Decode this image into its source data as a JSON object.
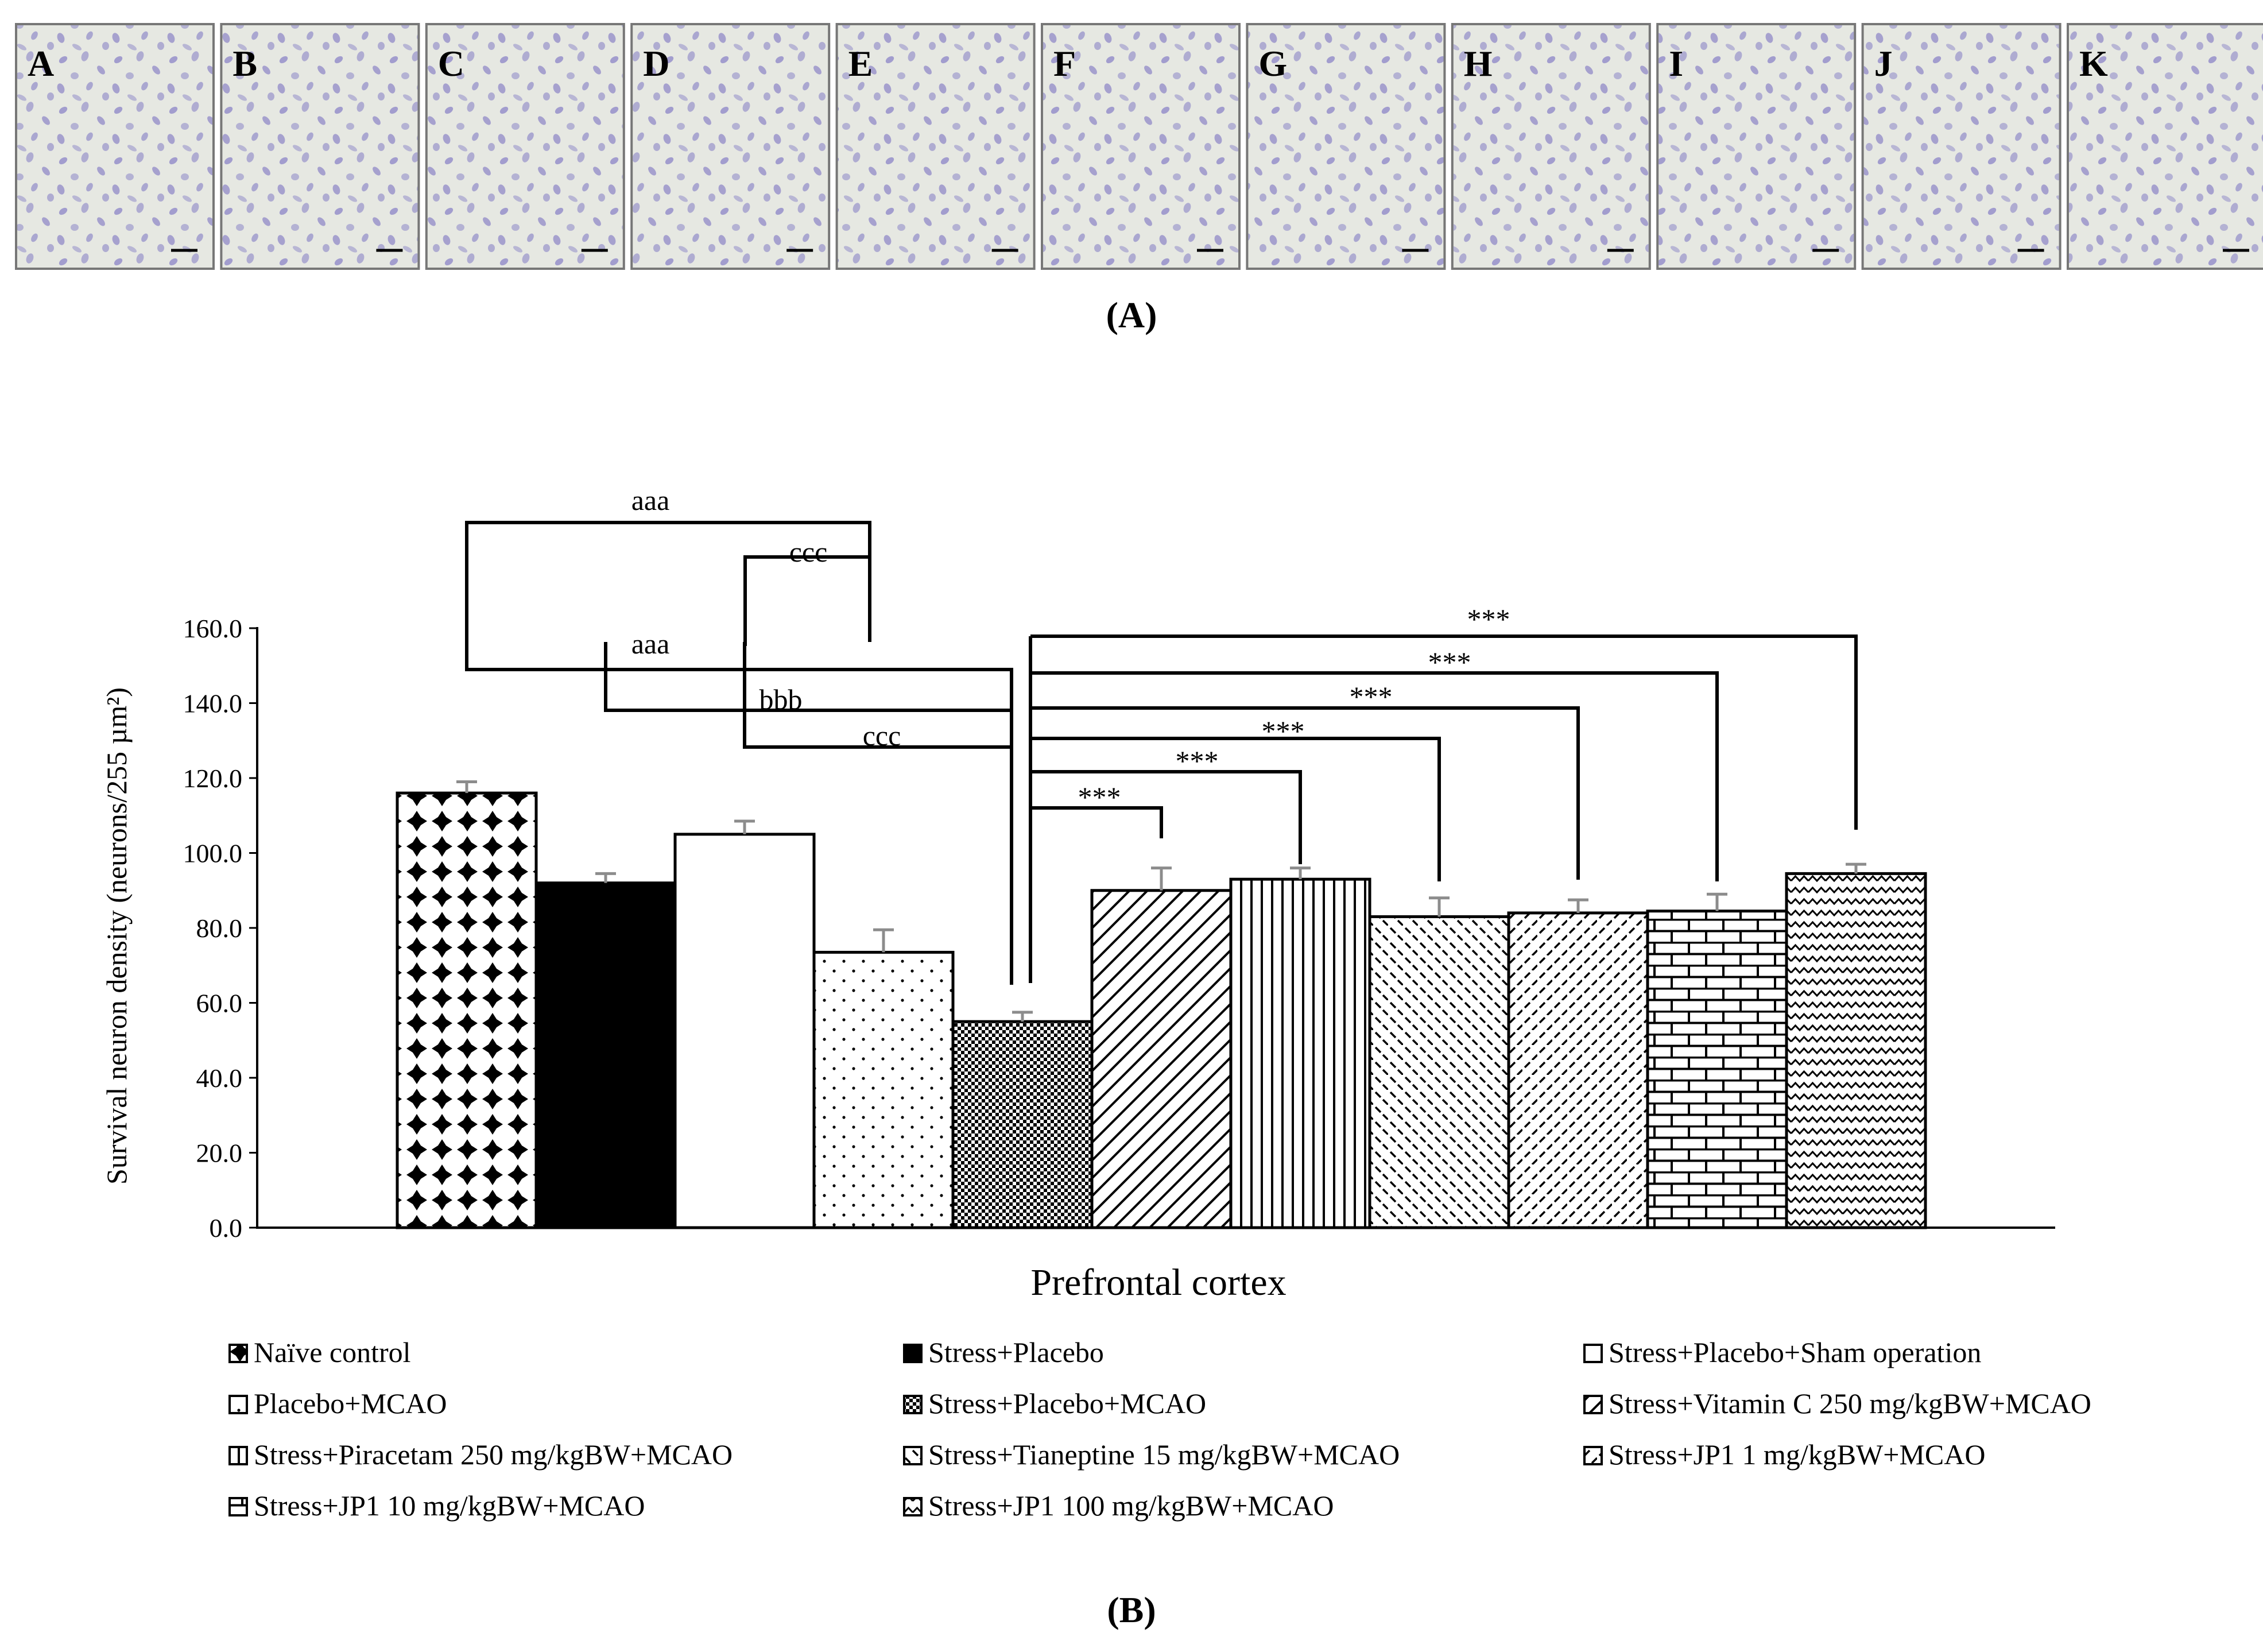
{
  "panel_a": {
    "label": "(A)",
    "micrographs": [
      {
        "letter": "A"
      },
      {
        "letter": "B"
      },
      {
        "letter": "C"
      },
      {
        "letter": "D"
      },
      {
        "letter": "E"
      },
      {
        "letter": "F"
      },
      {
        "letter": "G"
      },
      {
        "letter": "H"
      },
      {
        "letter": "I"
      },
      {
        "letter": "J"
      },
      {
        "letter": "K"
      }
    ],
    "stain_color": "#8a84c6",
    "tissue_color": "#e6e8e2"
  },
  "panel_b": {
    "label": "(B)"
  },
  "chart_data": {
    "type": "bar",
    "title": "",
    "xlabel": "Prefrontal cortex",
    "ylabel": "Survival neuron density (neurons/255 µm²)",
    "ylim": [
      0,
      160
    ],
    "yticks": [
      "0.0",
      "20.0",
      "40.0",
      "60.0",
      "80.0",
      "100.0",
      "120.0",
      "140.0",
      "160.0"
    ],
    "grid": false,
    "legend_position": "bottom",
    "categories": [
      "Naïve control",
      "Stress+Placebo",
      "Stress+Placebo+Sham operation",
      "Placebo+MCAO",
      "Stress+Placebo+MCAO",
      "Stress+Vitamin C 250 mg/kgBW+MCAO",
      "Stress+Piracetam 250 mg/kgBW+MCAO",
      "Stress+Tianeptine 15 mg/kgBW+MCAO",
      "Stress+JP1 1 mg/kgBW+MCAO",
      "Stress+JP1 10 mg/kgBW+MCAO",
      "Stress+JP1 100 mg/kgBW+MCAO"
    ],
    "values": [
      116,
      92,
      105,
      73.5,
      55,
      90,
      93,
      83,
      84,
      84.5,
      94.5
    ],
    "errors": [
      3,
      2.5,
      3.5,
      6,
      2.5,
      6,
      3,
      5,
      3.5,
      4.5,
      2.5
    ],
    "patterns": [
      "diamonds",
      "solid",
      "white",
      "dots",
      "checker",
      "diagonal",
      "vertical",
      "dashes-left",
      "dashes-right",
      "brick",
      "zigzag"
    ],
    "significance": [
      {
        "label": "aaa",
        "from": 0,
        "to": 3
      },
      {
        "label": "ccc",
        "from": 2,
        "to": 3
      },
      {
        "label": "aaa",
        "from": 0,
        "to": 4
      },
      {
        "label": "bbb",
        "from": 1,
        "to": 4
      },
      {
        "label": "ccc",
        "from": 2,
        "to": 4
      },
      {
        "label": "***",
        "from": 4,
        "to": 5
      },
      {
        "label": "***",
        "from": 4,
        "to": 6
      },
      {
        "label": "***",
        "from": 4,
        "to": 7
      },
      {
        "label": "***",
        "from": 4,
        "to": 8
      },
      {
        "label": "***",
        "from": 4,
        "to": 9
      },
      {
        "label": "***",
        "from": 4,
        "to": 10
      }
    ]
  }
}
